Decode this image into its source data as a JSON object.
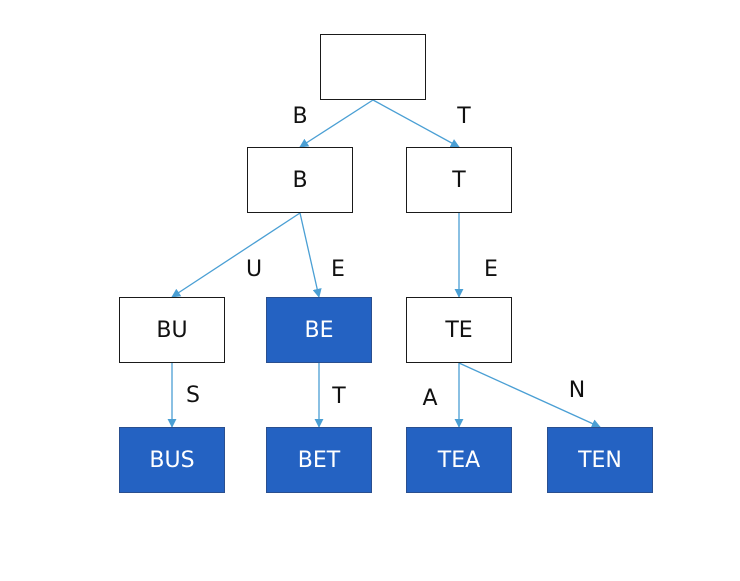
{
  "trie": {
    "nodes": [
      {
        "id": "root",
        "label": "",
        "terminal": false
      },
      {
        "id": "b",
        "label": "B",
        "terminal": false
      },
      {
        "id": "t",
        "label": "T",
        "terminal": false
      },
      {
        "id": "bu",
        "label": "BU",
        "terminal": false
      },
      {
        "id": "be",
        "label": "BE",
        "terminal": true
      },
      {
        "id": "te",
        "label": "TE",
        "terminal": false
      },
      {
        "id": "bus",
        "label": "BUS",
        "terminal": true
      },
      {
        "id": "bet",
        "label": "BET",
        "terminal": true
      },
      {
        "id": "tea",
        "label": "TEA",
        "terminal": true
      },
      {
        "id": "ten",
        "label": "TEN",
        "terminal": true
      }
    ],
    "edges": [
      {
        "from": "root",
        "to": "b",
        "label": "B"
      },
      {
        "from": "root",
        "to": "t",
        "label": "T"
      },
      {
        "from": "b",
        "to": "bu",
        "label": "U"
      },
      {
        "from": "b",
        "to": "be",
        "label": "E"
      },
      {
        "from": "t",
        "to": "te",
        "label": "E"
      },
      {
        "from": "bu",
        "to": "bus",
        "label": "S"
      },
      {
        "from": "be",
        "to": "bet",
        "label": "T"
      },
      {
        "from": "te",
        "to": "tea",
        "label": "A"
      },
      {
        "from": "te",
        "to": "ten",
        "label": "N"
      }
    ]
  },
  "colors": {
    "terminal_fill": "#2462c2",
    "edge": "#4a9fd4"
  }
}
